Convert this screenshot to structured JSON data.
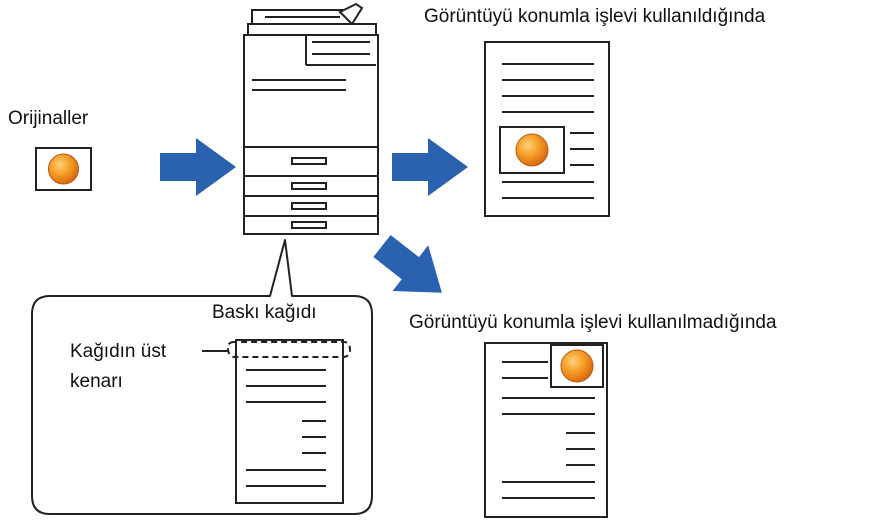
{
  "labels": {
    "originals": "Orijinaller",
    "with_function": "Görüntüyü konumla işlevi kullanıldığında",
    "without_function": "Görüntüyü konumla işlevi kullanılmadığında",
    "print_paper": "Baskı kağıdı",
    "top_edge_line1": "Kağıdın üst",
    "top_edge_line2": "kenarı"
  },
  "colors": {
    "arrow": "#2a62b0",
    "orange": "#f0901a",
    "outline": "#222222"
  },
  "icons": {
    "arrow": "arrow-right-icon",
    "image": "orange-circle-icon",
    "copier": "copier-icon"
  }
}
